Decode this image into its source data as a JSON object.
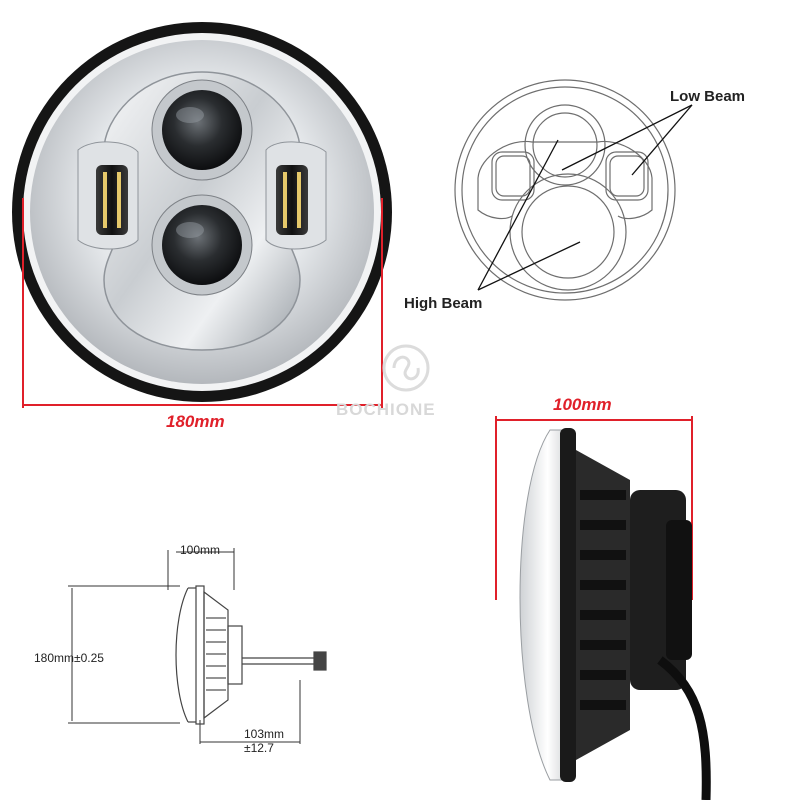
{
  "front_view": {
    "width_label": "180mm",
    "accent_color": "#e0202a"
  },
  "beam_diagram": {
    "low_beam_label": "Low Beam",
    "high_beam_label": "High Beam"
  },
  "side_view": {
    "depth_label": "100mm"
  },
  "technical_drawing": {
    "top_dimension": "100mm",
    "height_dimension": "180mm±0.25",
    "bottom_dimension_line1": "103mm",
    "bottom_dimension_line2": "±12.7"
  },
  "watermark": {
    "brand": "BOCHIONE"
  }
}
